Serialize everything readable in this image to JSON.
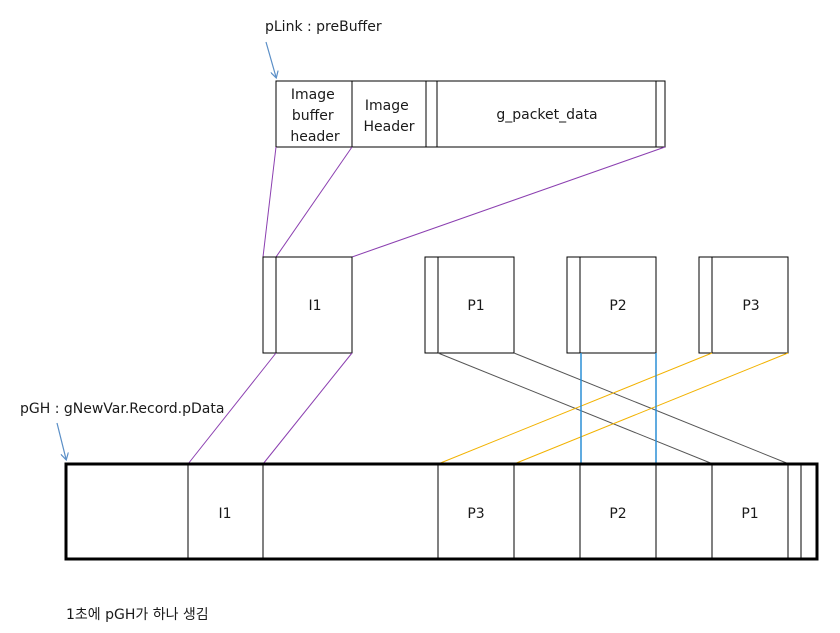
{
  "pointers": {
    "plink": "pLink : preBuffer",
    "pgh": "pGH : gNewVar.Record.pData"
  },
  "prebuffer": {
    "image_buffer_header": [
      "Image",
      "buffer",
      "header"
    ],
    "image_header": [
      "Image",
      "Header"
    ],
    "packet_data": "g_packet_data"
  },
  "frames": {
    "i1": "I1",
    "p1": "P1",
    "p2": "P2",
    "p3": "P3"
  },
  "record": {
    "i1": "I1",
    "p3": "P3",
    "p2": "P2",
    "p1": "P1"
  },
  "footnote": "1초에 pGH가 하나 생김",
  "colors": {
    "purple": "#8b3fb0",
    "gray": "#555555",
    "orange": "#f2b200",
    "blue": "#2a8fd6",
    "arrow": "#5b8fc7"
  }
}
